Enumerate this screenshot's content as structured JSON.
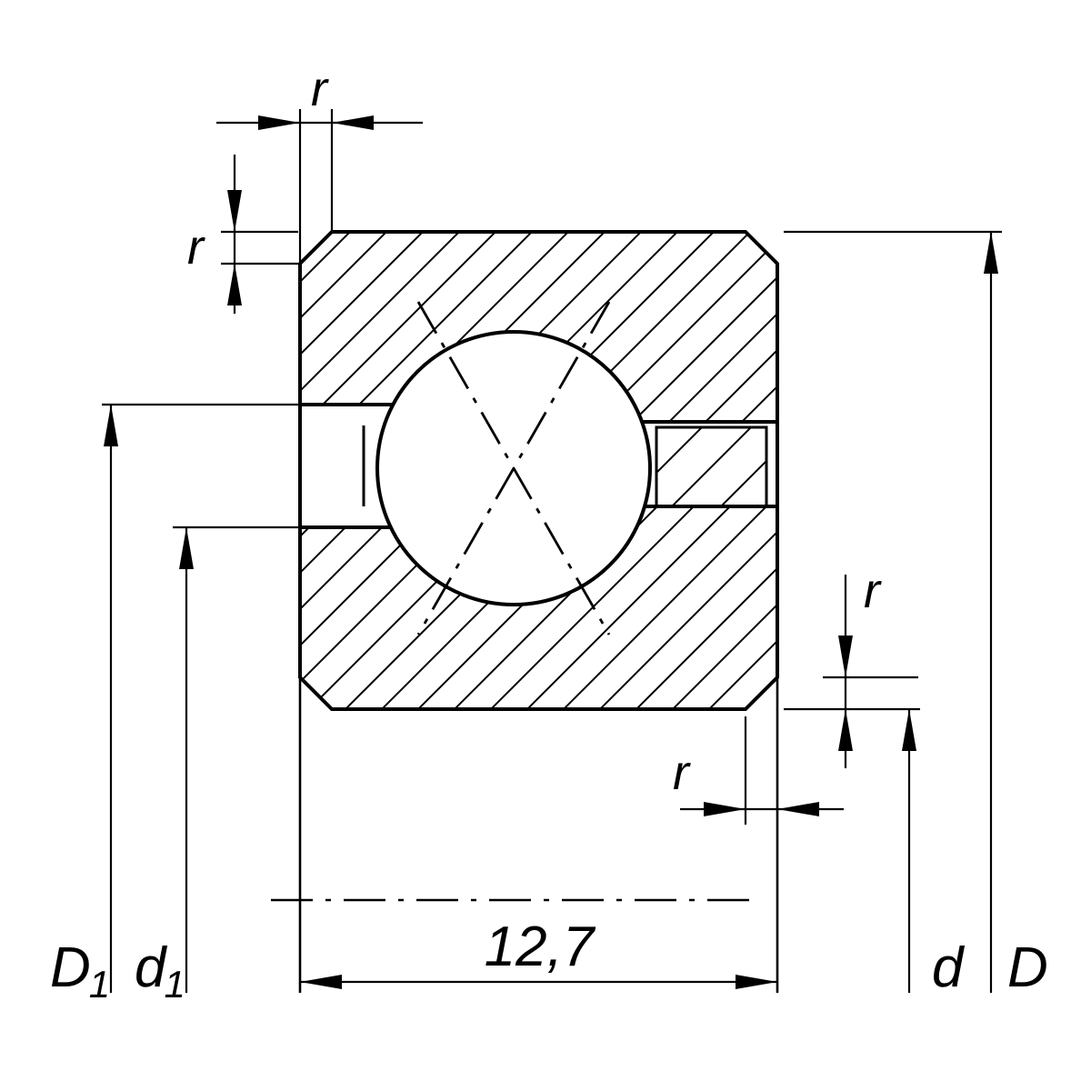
{
  "diagram": {
    "type": "engineering-drawing",
    "subject": "Four-point contact ball bearing cross-section with dimension callouts",
    "colors": {
      "line": "#000000",
      "background": "#ffffff"
    },
    "dimensions": {
      "width_value": "12,7",
      "r_top": "r",
      "r_left": "r",
      "r_right": "r",
      "r_bottom": "r",
      "outer_raceway_diameter": {
        "base": "D",
        "sub": "1"
      },
      "inner_raceway_diameter": {
        "base": "d",
        "sub": "1"
      },
      "bore_diameter": "d",
      "outside_diameter": "D"
    }
  }
}
